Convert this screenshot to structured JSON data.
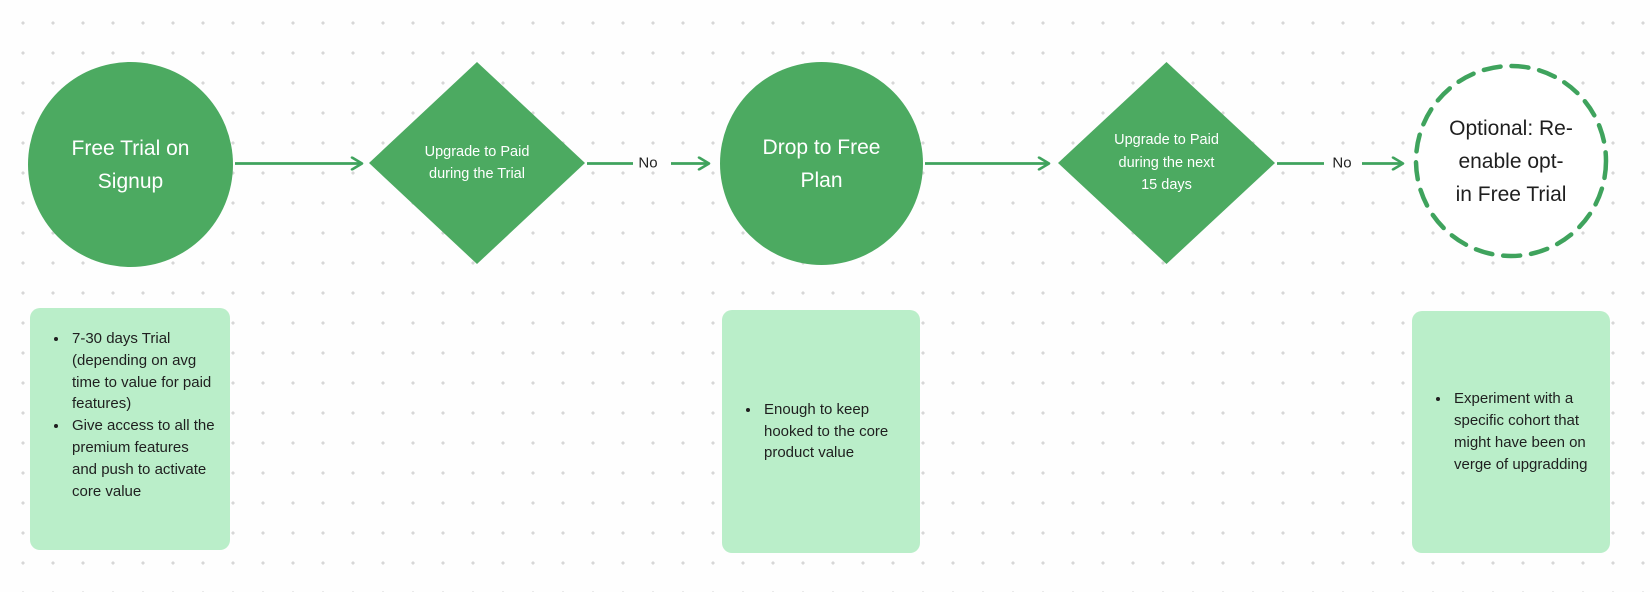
{
  "colors": {
    "shape_fill_green": "#4caa61",
    "note_fill_green": "#baeec9",
    "connector_green": "#3fa35d",
    "text_on_green": "#ffffff",
    "text_dark": "#1f1f1f",
    "canvas_bg": "#fefefe",
    "dot_grid_gray": "#d7d7d7"
  },
  "flow": {
    "nodes": [
      {
        "id": "free-trial-on-signup",
        "shape": "circle",
        "label": "Free Trial on Signup"
      },
      {
        "id": "upgrade-during-trial",
        "shape": "diamond",
        "label": "Upgrade to Paid during the Trial"
      },
      {
        "id": "drop-to-free-plan",
        "shape": "circle",
        "label": "Drop to Free Plan"
      },
      {
        "id": "upgrade-next-15-days",
        "shape": "diamond",
        "label": "Upgrade to Paid during the next 15 days"
      },
      {
        "id": "optional-reenable-trial",
        "shape": "dashed-circle",
        "label": "Optional: Re-enable opt-in Free Trial",
        "label_lines": [
          "Optional: Re-",
          "enable opt-",
          "in Free Trial"
        ]
      }
    ],
    "edge_labels": [
      {
        "id": "no-1",
        "text": "No"
      },
      {
        "id": "no-2",
        "text": "No"
      }
    ]
  },
  "notes": [
    {
      "bullets": [
        "7-30 days Trial (depending on avg time to value for paid features)",
        "Give access to all the premium features and push to activate core value"
      ]
    },
    {
      "bullets": [
        "Enough to keep hooked to the core product value"
      ]
    },
    {
      "bullets": [
        "Experiment with a specific cohort that might have been on verge of upgradding"
      ]
    }
  ]
}
